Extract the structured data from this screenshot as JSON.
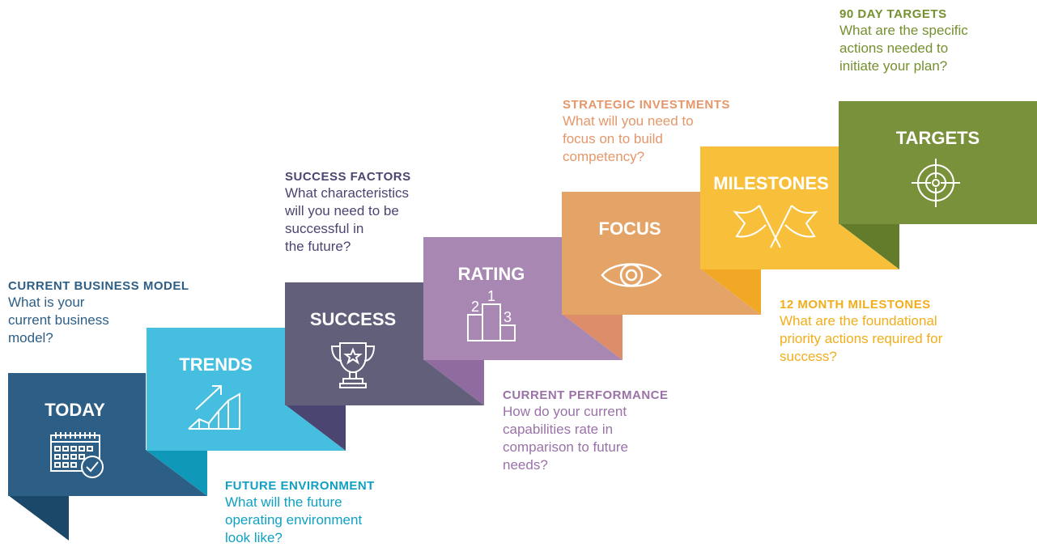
{
  "colors": {
    "today": "#2d5e86",
    "today_dark": "#1b4868",
    "trends": "#45bedf",
    "trends_dark": "#0f98b8",
    "success": "#625f7a",
    "success_dark": "#4a4571",
    "rating": "#a887b3",
    "rating_dark": "#906b9f",
    "focus": "#e4a468",
    "focus_dark": "#dd8d6a",
    "milestones": "#f8c03a",
    "milestones_dark": "#f1a825",
    "targets": "#7a913b",
    "targets_dark": "#627c2c"
  },
  "steps": [
    {
      "label": "TODAY",
      "icon": "calendar-check-icon"
    },
    {
      "label": "TRENDS",
      "icon": "growth-chart-icon"
    },
    {
      "label": "SUCCESS",
      "icon": "trophy-icon"
    },
    {
      "label": "RATING",
      "icon": "podium-icon"
    },
    {
      "label": "FOCUS",
      "icon": "eye-icon"
    },
    {
      "label": "MILESTONES",
      "icon": "crossed-flags-icon"
    },
    {
      "label": "TARGETS",
      "icon": "crosshair-icon"
    }
  ],
  "podium_numbers": [
    "1",
    "2",
    "3"
  ],
  "captions": {
    "current_business_model": {
      "heading": "CURRENT BUSINESS MODEL",
      "lines": [
        "What is your",
        "current business",
        "model?"
      ],
      "color": "#2d5e86"
    },
    "future_environment": {
      "heading": "FUTURE ENVIRONMENT",
      "lines": [
        "What will the future",
        "operating environment",
        "look like?"
      ],
      "color": "#0fa0c2"
    },
    "success_factors": {
      "heading": "SUCCESS FACTORS",
      "lines": [
        "What characteristics",
        "will you need to be",
        "successful in",
        "the future?"
      ],
      "color": "#4a4571"
    },
    "current_performance": {
      "heading": "CURRENT PERFORMANCE",
      "lines": [
        "How do your current",
        "capabilities rate in",
        "comparison to future",
        "needs?"
      ],
      "color": "#9a72a8"
    },
    "strategic_investments": {
      "heading": "STRATEGIC INVESTMENTS",
      "lines": [
        "What will you need to",
        "focus on to build",
        "competency?"
      ],
      "color": "#e4976a"
    },
    "month_milestones": {
      "heading": "12 MONTH MILESTONES",
      "lines": [
        "What are the foundational",
        "priority actions required for",
        "success?"
      ],
      "color": "#f1ae1c"
    },
    "day_targets": {
      "heading": "90 DAY TARGETS",
      "lines": [
        "What are the specific",
        "actions needed to",
        "initiate your plan?"
      ],
      "color": "#75902f"
    }
  }
}
